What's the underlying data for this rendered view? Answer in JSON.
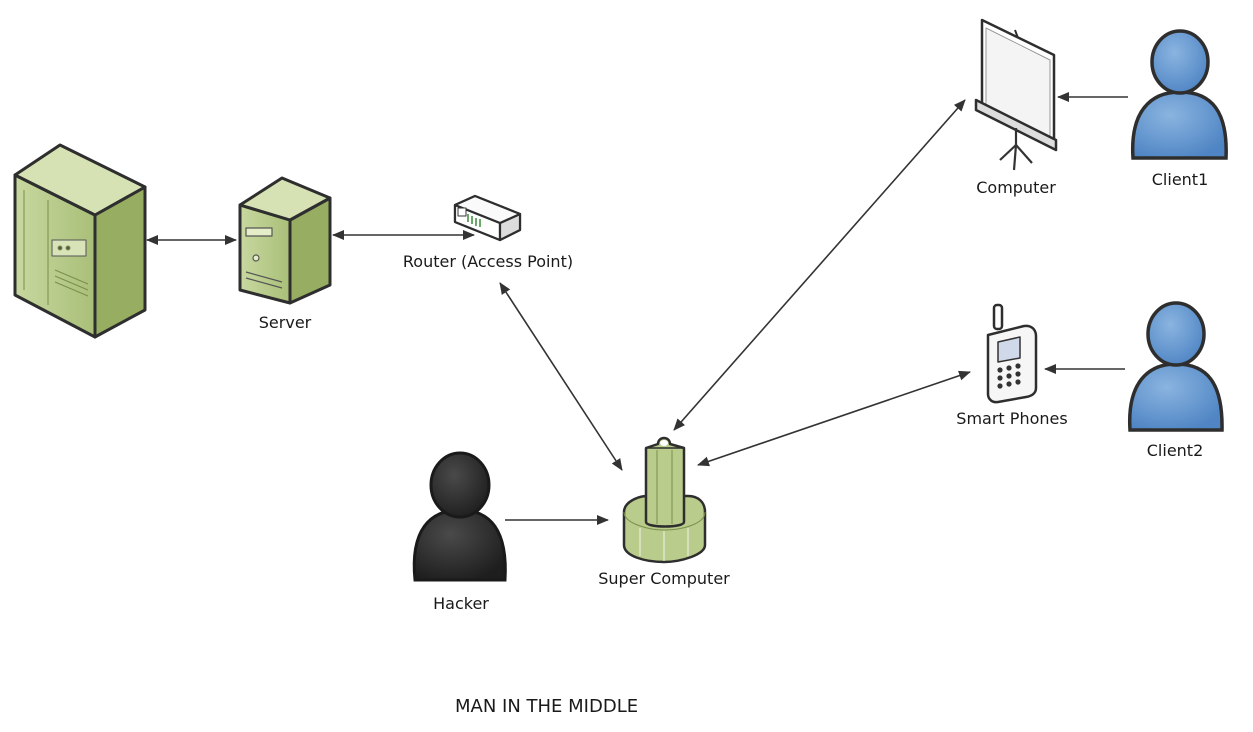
{
  "nodes": {
    "server": {
      "label": "Server"
    },
    "router": {
      "label": "Router (Access Point)"
    },
    "computer": {
      "label": "Computer"
    },
    "client1": {
      "label": "Client1"
    },
    "smart_phones": {
      "label": "Smart Phones"
    },
    "client2": {
      "label": "Client2"
    },
    "super_computer": {
      "label": "Super Computer"
    },
    "hacker": {
      "label": "Hacker"
    }
  },
  "caption": "MAN IN THE MIDDLE",
  "colors": {
    "server_green": "#b5c98a",
    "server_green_dark": "#8aa05a",
    "person_blue": "#6a9ad0",
    "hacker_black": "#2b2b2b",
    "arrow": "#333333"
  }
}
